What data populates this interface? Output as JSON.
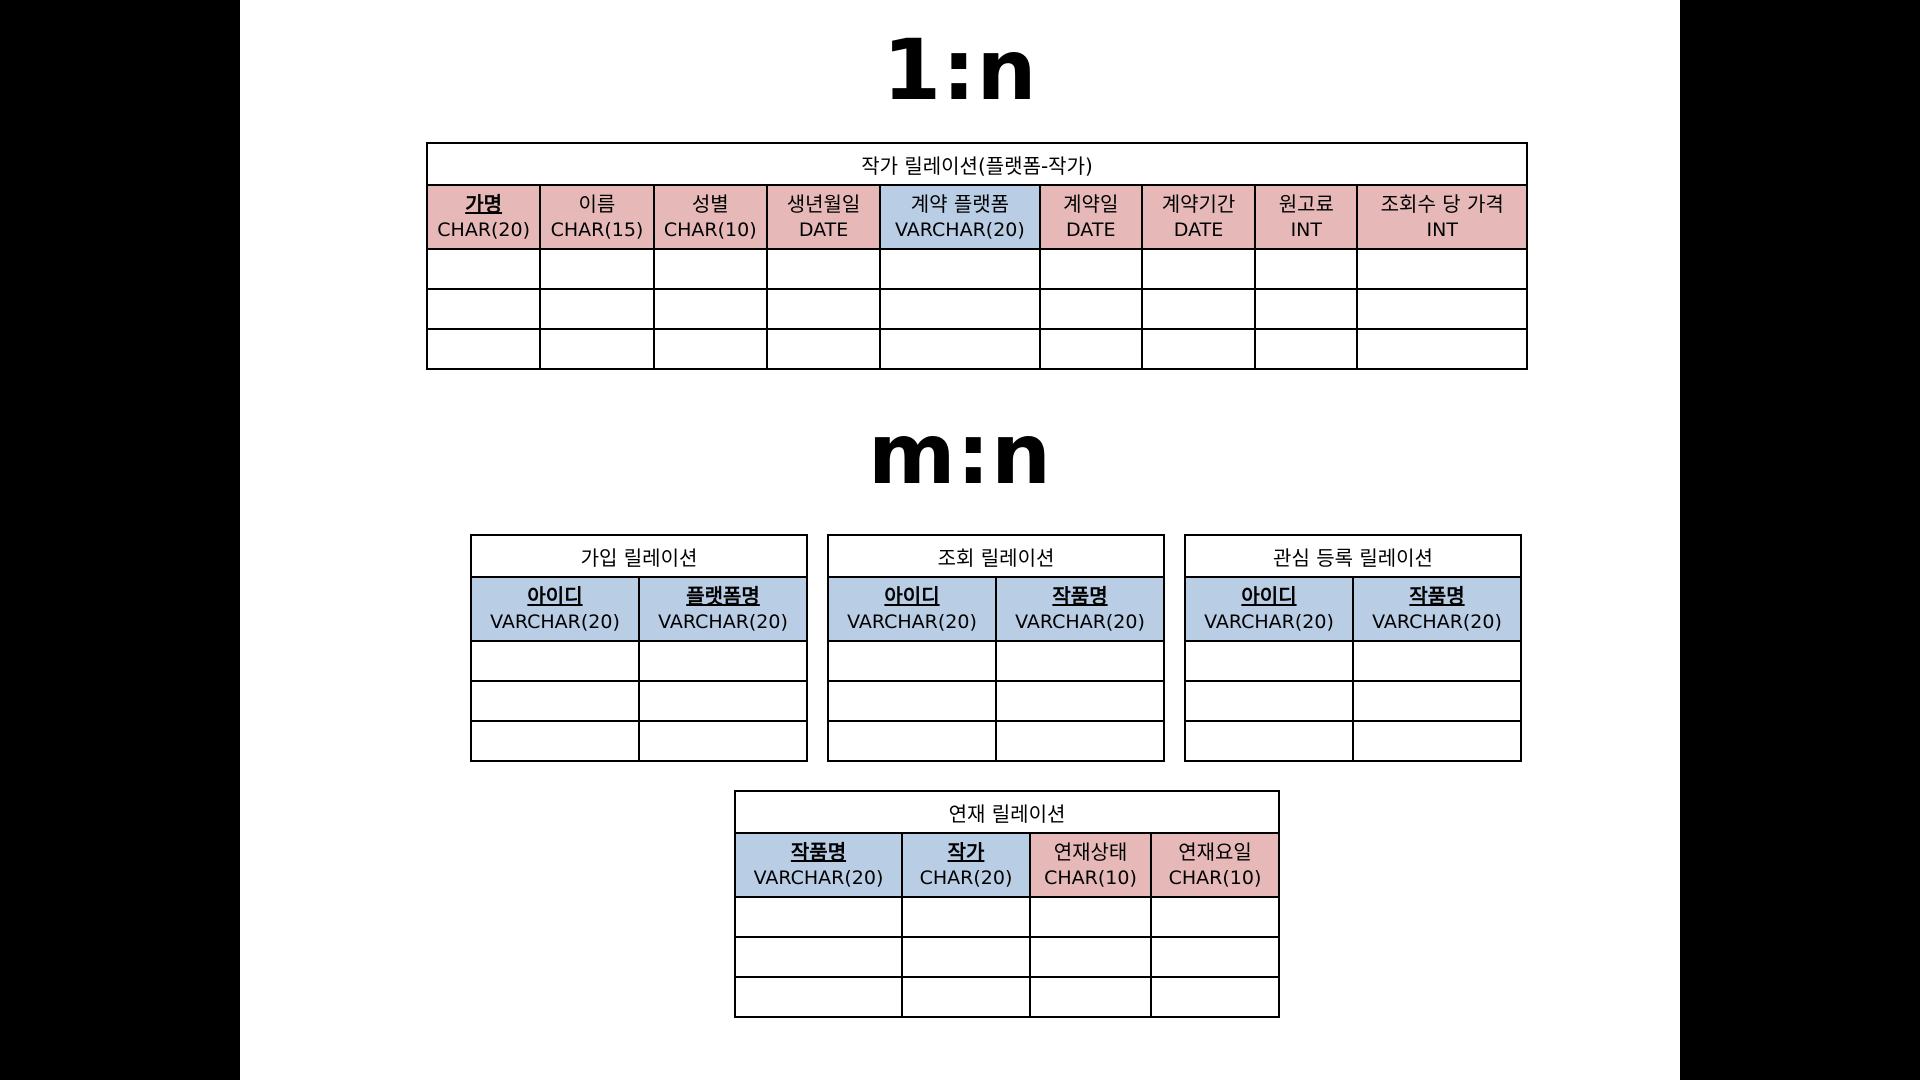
{
  "one_to_n": {
    "heading": "1:n",
    "author_table": {
      "title": "작가 릴레이션(플랫폼-작가)",
      "columns": [
        {
          "name": "가명",
          "type": "CHAR(20)",
          "key": true,
          "color": "#e6b9b8"
        },
        {
          "name": "이름",
          "type": "CHAR(15)",
          "key": false,
          "color": "#e6b9b8"
        },
        {
          "name": "성별",
          "type": "CHAR(10)",
          "key": false,
          "color": "#e6b9b8"
        },
        {
          "name": "생년월일",
          "type": "DATE",
          "key": false,
          "color": "#e6b9b8"
        },
        {
          "name": "계약 플랫폼",
          "type": "VARCHAR(20)",
          "key": false,
          "color": "#b9cde5"
        },
        {
          "name": "계약일",
          "type": "DATE",
          "key": false,
          "color": "#e6b9b8"
        },
        {
          "name": "계약기간",
          "type": "DATE",
          "key": false,
          "color": "#e6b9b8"
        },
        {
          "name": "원고료",
          "type": "INT",
          "key": false,
          "color": "#e6b9b8"
        },
        {
          "name": "조회수 당 가격",
          "type": "INT",
          "key": false,
          "color": "#e6b9b8"
        }
      ]
    }
  },
  "m_to_n": {
    "heading": "m:n",
    "join_table": {
      "title": "가입 릴레이션",
      "columns": [
        {
          "name": "아이디",
          "type": "VARCHAR(20)",
          "key": true,
          "color": "#b9cde5"
        },
        {
          "name": "플랫폼명",
          "type": "VARCHAR(20)",
          "key": true,
          "color": "#b9cde5"
        }
      ]
    },
    "view_table": {
      "title": "조회 릴레이션",
      "columns": [
        {
          "name": "아이디",
          "type": "VARCHAR(20)",
          "key": true,
          "color": "#b9cde5"
        },
        {
          "name": "작품명",
          "type": "VARCHAR(20)",
          "key": true,
          "color": "#b9cde5"
        }
      ]
    },
    "interest_table": {
      "title": "관심 등록 릴레이션",
      "columns": [
        {
          "name": "아이디",
          "type": "VARCHAR(20)",
          "key": true,
          "color": "#b9cde5"
        },
        {
          "name": "작품명",
          "type": "VARCHAR(20)",
          "key": true,
          "color": "#b9cde5"
        }
      ]
    },
    "serial_table": {
      "title": "연재 릴레이션",
      "columns": [
        {
          "name": "작품명",
          "type": "VARCHAR(20)",
          "key": true,
          "color": "#b9cde5"
        },
        {
          "name": "작가",
          "type": "CHAR(20)",
          "key": true,
          "color": "#b9cde5"
        },
        {
          "name": "연재상태",
          "type": "CHAR(10)",
          "key": false,
          "color": "#e6b9b8"
        },
        {
          "name": "연재요일",
          "type": "CHAR(10)",
          "key": false,
          "color": "#e6b9b8"
        }
      ]
    }
  }
}
